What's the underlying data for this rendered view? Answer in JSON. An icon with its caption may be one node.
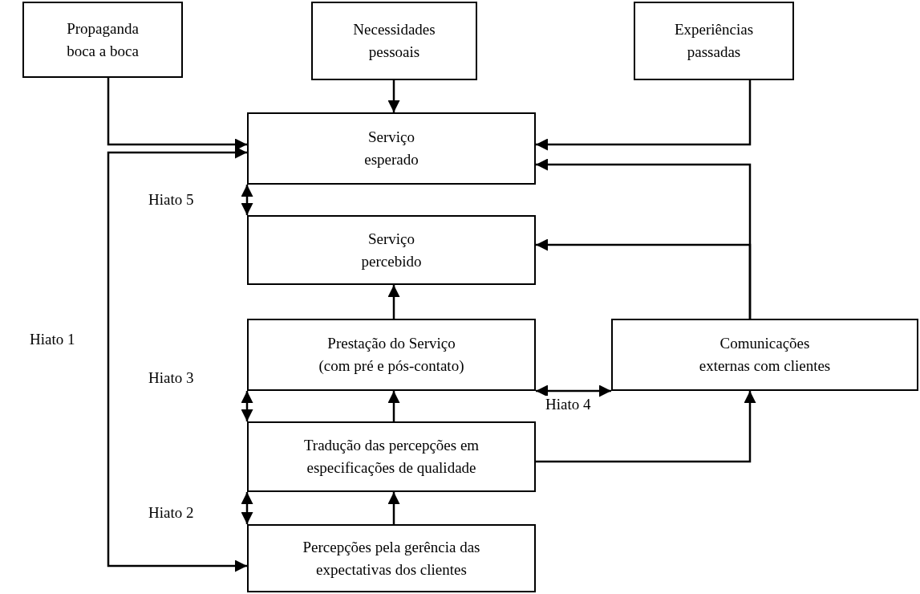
{
  "diagram": {
    "nodes": [
      {
        "text": [
          "Propaganda boca a boca"
        ]
      },
      {
        "text": [
          "Necessidades pessoais"
        ]
      },
      {
        "text": [
          "Experiências passadas"
        ]
      },
      {
        "text": [
          "Serviço esperado"
        ]
      },
      {
        "text": [
          "Serviço percebido"
        ]
      },
      {
        "text": [
          "Prestação do Serviço (com pré e pós-contato)"
        ]
      },
      {
        "text": [
          "Comunicações externas com clientes"
        ]
      },
      {
        "text": [
          "Tradução das percepções em especificações de qualidade"
        ]
      },
      {
        "text": [
          "Percepções pela gerência das expectativas dos clientes"
        ]
      }
    ],
    "edges": [
      {
        "from": 0,
        "to": 3,
        "arrow": "to"
      },
      {
        "from": 1,
        "to": 3,
        "arrow": "to"
      },
      {
        "from": 2,
        "to": 3,
        "arrow": "to"
      },
      {
        "from": 6,
        "to": 3,
        "arrow": "to"
      },
      {
        "from": 6,
        "to": 4,
        "arrow": "to"
      },
      {
        "from": 8,
        "to": 3,
        "arrow": "both",
        "label": "Hiato 1"
      },
      {
        "from": 3,
        "to": 4,
        "arrow": "both",
        "label": "Hiato 5"
      },
      {
        "from": 5,
        "to": 4,
        "arrow": "to"
      },
      {
        "from": 5,
        "to": 7,
        "arrow": "both",
        "label": "Hiato 3"
      },
      {
        "from": 7,
        "to": 5,
        "arrow": "to"
      },
      {
        "from": 7,
        "to": 8,
        "arrow": "both",
        "label": "Hiato 2"
      },
      {
        "from": 8,
        "to": 7,
        "arrow": "to"
      },
      {
        "from": 5,
        "to": 6,
        "arrow": "both",
        "label": "Hiato 4"
      },
      {
        "from": 7,
        "to": 6,
        "arrow": "to"
      }
    ]
  }
}
